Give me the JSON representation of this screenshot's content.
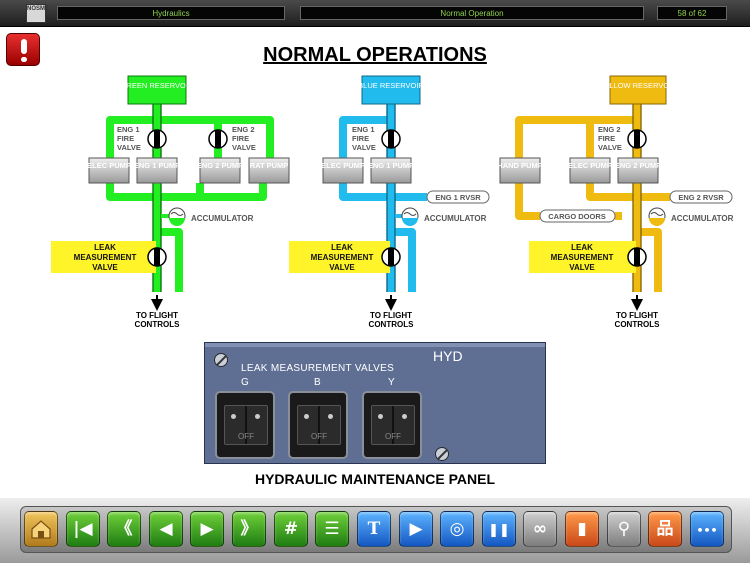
{
  "header": {
    "logo_text": "NOSMS",
    "section": "Hydraulics",
    "mode": "Normal Operation",
    "page_counter": "58 of 62"
  },
  "title": "NORMAL OPERATIONS",
  "systems": {
    "green": {
      "color": "#22ee22",
      "reservoir": "GREEN RESERVOIR",
      "fire_valve_1": "ENG 1 FIRE VALVE",
      "fire_valve_2": "ENG 2 FIRE VALVE",
      "pumps": [
        "ELEC PUMP",
        "ENG 1 PUMP",
        "ENG 2 PUMP",
        "RAT PUMP"
      ],
      "accumulator": "ACCUMULATOR",
      "leak_valve": "LEAK MEASUREMENT VALVE",
      "output": "TO FLIGHT CONTROLS"
    },
    "blue": {
      "color": "#22bbee",
      "reservoir": "BLUE RESERVOIR",
      "fire_valve": "ENG 1 FIRE VALVE",
      "pumps": [
        "ELEC PUMP",
        "ENG 1 PUMP"
      ],
      "rvsr": "ENG 1 RVSR",
      "accumulator": "ACCUMULATOR",
      "leak_valve": "LEAK MEASUREMENT VALVE",
      "output": "TO FLIGHT CONTROLS"
    },
    "yellow": {
      "color": "#f0bb10",
      "reservoir": "YELLOW RESERVOIR",
      "fire_valve": "ENG 2 FIRE VALVE",
      "pumps": [
        "HAND PUMP",
        "ELEC PUMP",
        "ENG 2 PUMP"
      ],
      "rvsr": "ENG 2 RVSR",
      "cargo": "CARGO DOORS",
      "accumulator": "ACCUMULATOR",
      "leak_valve": "LEAK MEASUREMENT VALVE",
      "output": "TO FLIGHT CONTROLS"
    }
  },
  "panel": {
    "hyd_label": "HYD",
    "leak_label": "LEAK MEASUREMENT VALVES",
    "switch_labels": [
      "G",
      "B",
      "Y"
    ],
    "switch_state": "OFF",
    "caption": "HYDRAULIC MAINTENANCE PANEL"
  },
  "toolbar": {
    "glyphs": {
      "first": "|◀",
      "rewind": "《",
      "prev": "◀",
      "next": "▶",
      "forward": "》",
      "number": "#",
      "list": "☰",
      "text": "T",
      "movie": "▶",
      "compass": "◎",
      "pause": "❚❚",
      "link": "∞",
      "book": "▮",
      "search": "⚲",
      "tree": "品",
      "more": "•••"
    },
    "colors": {
      "green": "#2ea81a",
      "blue": "#1e6fd9",
      "gray": "#9a9a9a",
      "orange": "#e05a20"
    }
  }
}
